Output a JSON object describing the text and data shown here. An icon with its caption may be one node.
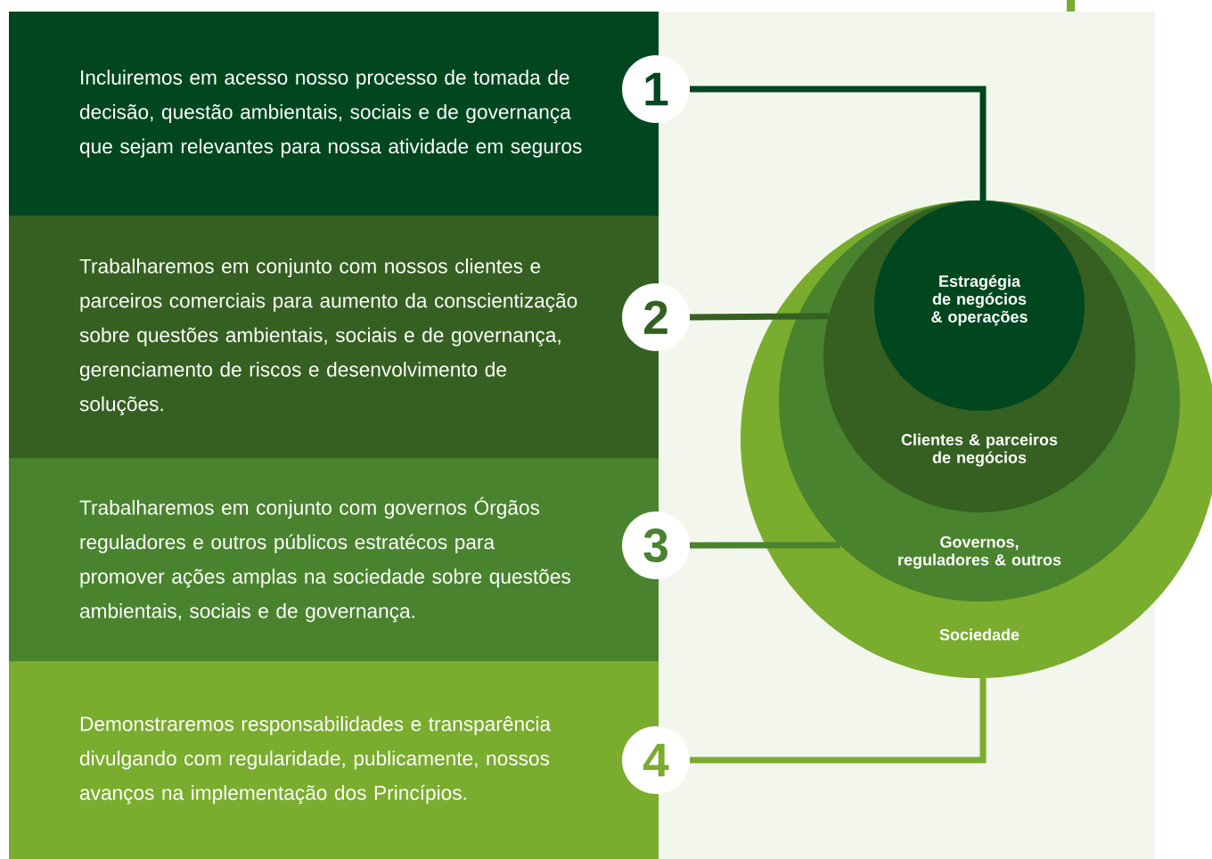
{
  "diagram": {
    "nodes": [
      {
        "text": [
          "Incluiremos em acesso nosso processo de tomada de decisão, questão ambientais, sociais e de governança que sejam relevantes para nossa atividade em seguros"
        ]
      },
      {
        "text": [
          "1"
        ]
      },
      {
        "text": [
          "Trabalharemos em conjunto com nossos clientes e parceiros comerciais para aumento da conscientização sobre questões ambientais, sociais e de governança, gerenciamento de riscos e desenvolvimento de soluções."
        ]
      },
      {
        "text": [
          "2"
        ]
      },
      {
        "text": [
          "Trabalharemos em conjunto com governos Órgãos reguladores e outros públicos estratécos para promover ações amplas na sociedade sobre questões ambientais, sociais e de governança."
        ]
      },
      {
        "text": [
          "3"
        ]
      },
      {
        "text": [
          "Demonstraremos responsabilidades e transparência divulgando com regularidade, publicamente, nossos avanços na implementação dos Princípios."
        ]
      },
      {
        "text": [
          "4"
        ]
      },
      {
        "text": [
          "Sociedade"
        ]
      },
      {
        "text": [
          "Governos, reguladores & outros"
        ],
        "in": 8
      },
      {
        "text": [
          "Clientes & parceiros de negócios"
        ],
        "in": 9
      },
      {
        "text": [
          "Estragégia de negócios & operações"
        ],
        "in": 10
      }
    ],
    "edges": [
      {
        "from": 1,
        "to": 11,
        "arrow": "none",
        "color": "#00471f"
      },
      {
        "from": 3,
        "to": 10,
        "arrow": "none",
        "color": "#356021"
      },
      {
        "from": 5,
        "to": 9,
        "arrow": "none",
        "color": "#4a832e"
      },
      {
        "from": 7,
        "to": 8,
        "arrow": "none",
        "color": "#7aac2e"
      }
    ]
  }
}
